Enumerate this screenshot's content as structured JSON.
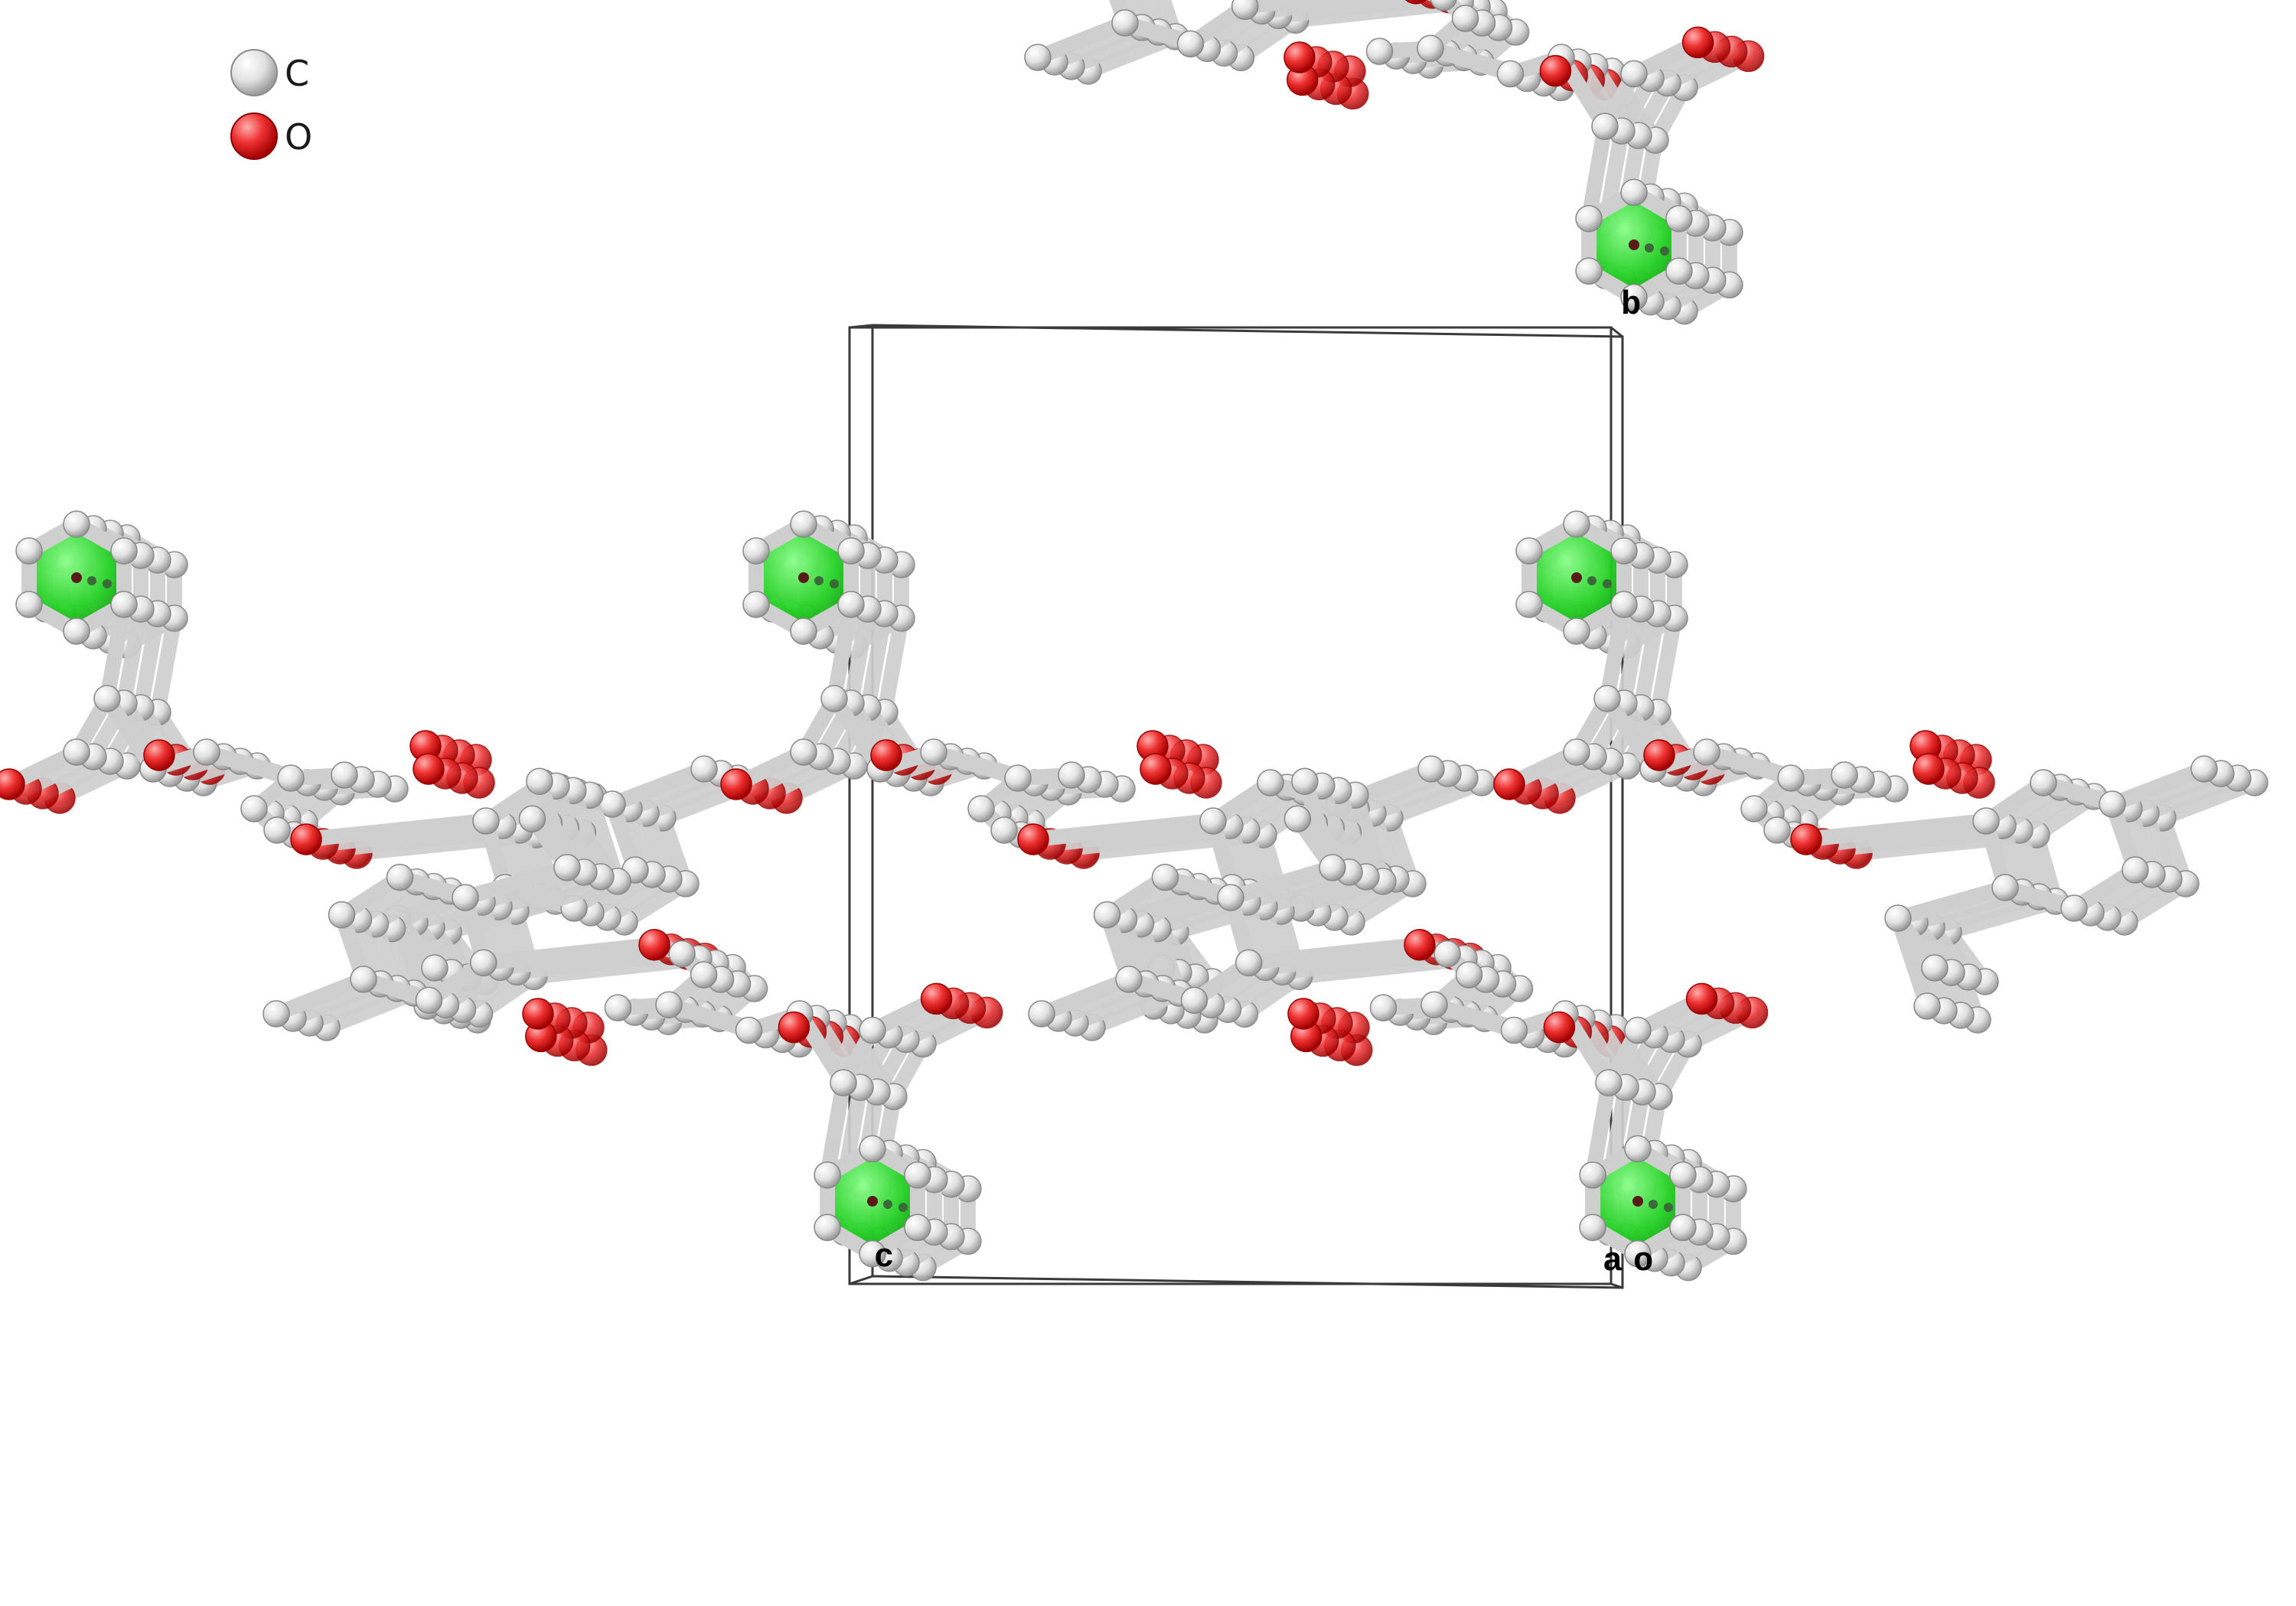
{
  "legend": [
    {
      "element": "C",
      "color": "#d8d8d8"
    },
    {
      "element": "O",
      "color": "#ec2a2a"
    }
  ],
  "axes": {
    "a": "a",
    "b": "b",
    "c": "c",
    "o": "o"
  },
  "colors": {
    "carbon": "#d9d9d9",
    "oxygen": "#ee3333",
    "ring": "#1fd21f",
    "cell": "#3a3a3a"
  },
  "molecule_count": 8,
  "stack_depth": 4
}
